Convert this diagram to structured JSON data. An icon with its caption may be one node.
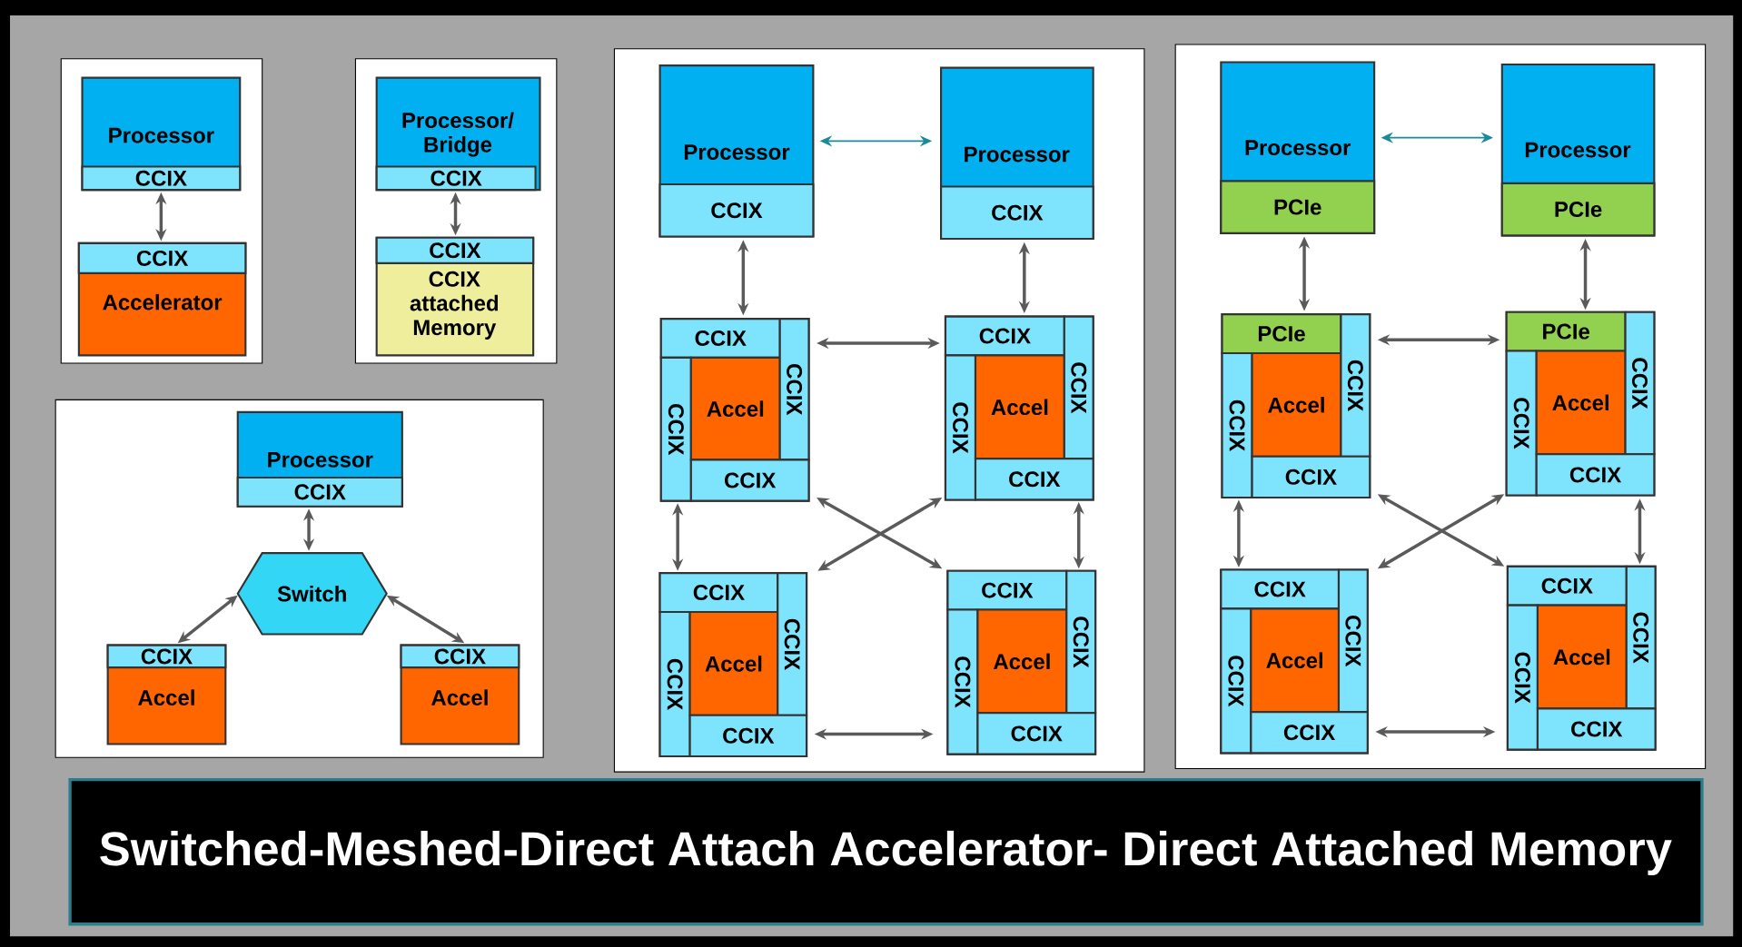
{
  "diagram": {
    "title": "Switched-Meshed-Direct Attach Accelerator- Direct Attached Memory",
    "nodes": [
      {
        "text": [
          "Processor"
        ]
      },
      {
        "text": [
          "CCIX"
        ],
        "in": 0
      },
      {
        "text": [
          "Accelerator"
        ]
      },
      {
        "text": [
          "CCIX"
        ],
        "in": 2
      },
      {
        "text": [
          "Processor/ Bridge"
        ]
      },
      {
        "text": [
          "CCIX"
        ],
        "in": 4
      },
      {
        "text": [
          "CCIX attached Memory"
        ]
      },
      {
        "text": [
          "CCIX"
        ],
        "in": 6
      },
      {
        "text": [
          "Processor"
        ]
      },
      {
        "text": [
          "CCIX"
        ],
        "in": 8
      },
      {
        "text": [
          "Switch"
        ]
      },
      {
        "text": [
          "Accel"
        ]
      },
      {
        "text": [
          "CCIX"
        ],
        "in": 11
      },
      {
        "text": [
          "Accel"
        ]
      },
      {
        "text": [
          "CCIX"
        ],
        "in": 13
      },
      {
        "text": [
          "Processor"
        ]
      },
      {
        "text": [
          "CCIX"
        ],
        "in": 15
      },
      {
        "text": [
          "Processor"
        ]
      },
      {
        "text": [
          "CCIX"
        ],
        "in": 17
      },
      {
        "text": [],
        "shape": "box"
      },
      {
        "text": [
          "CCIX"
        ],
        "in": 19
      },
      {
        "text": [
          "CCIX"
        ],
        "in": 19
      },
      {
        "text": [
          "Accel"
        ],
        "in": 19
      },
      {
        "text": [
          "CCIX"
        ],
        "in": 19
      },
      {
        "text": [
          "CCIX"
        ],
        "in": 19
      },
      {
        "text": [],
        "shape": "box"
      },
      {
        "text": [
          "CCIX"
        ],
        "in": 25
      },
      {
        "text": [
          "CCIX"
        ],
        "in": 25
      },
      {
        "text": [
          "Accel"
        ],
        "in": 25
      },
      {
        "text": [
          "CCIX"
        ],
        "in": 25
      },
      {
        "text": [
          "CCIX"
        ],
        "in": 25
      },
      {
        "text": [],
        "shape": "box"
      },
      {
        "text": [
          "CCIX"
        ],
        "in": 31
      },
      {
        "text": [
          "CCIX"
        ],
        "in": 31
      },
      {
        "text": [
          "Accel"
        ],
        "in": 31
      },
      {
        "text": [
          "CCIX"
        ],
        "in": 31
      },
      {
        "text": [
          "CCIX"
        ],
        "in": 31
      },
      {
        "text": [],
        "shape": "box"
      },
      {
        "text": [
          "CCIX"
        ],
        "in": 37
      },
      {
        "text": [
          "CCIX"
        ],
        "in": 37
      },
      {
        "text": [
          "Accel"
        ],
        "in": 37
      },
      {
        "text": [
          "CCIX"
        ],
        "in": 37
      },
      {
        "text": [
          "CCIX"
        ],
        "in": 37
      },
      {
        "text": [
          "Processor"
        ]
      },
      {
        "text": [
          "PCIe"
        ],
        "in": 43
      },
      {
        "text": [
          "Processor"
        ]
      },
      {
        "text": [
          "PCIe"
        ],
        "in": 45
      },
      {
        "text": [],
        "shape": "box"
      },
      {
        "text": [
          "PCIe"
        ],
        "in": 47
      },
      {
        "text": [
          "CCIX"
        ],
        "in": 47
      },
      {
        "text": [
          "Accel"
        ],
        "in": 47
      },
      {
        "text": [
          "CCIX"
        ],
        "in": 47
      },
      {
        "text": [
          "CCIX"
        ],
        "in": 47
      },
      {
        "text": [],
        "shape": "box"
      },
      {
        "text": [
          "PCIe"
        ],
        "in": 53
      },
      {
        "text": [
          "CCIX"
        ],
        "in": 53
      },
      {
        "text": [
          "Accel"
        ],
        "in": 53
      },
      {
        "text": [
          "CCIX"
        ],
        "in": 53
      },
      {
        "text": [
          "CCIX"
        ],
        "in": 53
      },
      {
        "text": [],
        "shape": "box"
      },
      {
        "text": [
          "CCIX"
        ],
        "in": 59
      },
      {
        "text": [
          "CCIX"
        ],
        "in": 59
      },
      {
        "text": [
          "Accel"
        ],
        "in": 59
      },
      {
        "text": [
          "CCIX"
        ],
        "in": 59
      },
      {
        "text": [
          "CCIX"
        ],
        "in": 59
      },
      {
        "text": [],
        "shape": "box"
      },
      {
        "text": [
          "CCIX"
        ],
        "in": 65
      },
      {
        "text": [
          "CCIX"
        ],
        "in": 65
      },
      {
        "text": [
          "Accel"
        ],
        "in": 65
      },
      {
        "text": [
          "CCIX"
        ],
        "in": 65
      },
      {
        "text": [
          "CCIX"
        ],
        "in": 65
      }
    ],
    "edges": [
      {
        "from": 1,
        "to": 3,
        "arrow": "both"
      },
      {
        "from": 5,
        "to": 7,
        "arrow": "both"
      },
      {
        "from": 9,
        "to": 10,
        "arrow": "both"
      },
      {
        "from": 10,
        "to": 12,
        "arrow": "both"
      },
      {
        "from": 10,
        "to": 14,
        "arrow": "both"
      },
      {
        "from": 15,
        "to": 17,
        "arrow": "both",
        "color": "#1b8a9a"
      },
      {
        "from": 16,
        "to": 19,
        "arrow": "both"
      },
      {
        "from": 18,
        "to": 25,
        "arrow": "both"
      },
      {
        "from": 19,
        "to": 25,
        "arrow": "both"
      },
      {
        "from": 19,
        "to": 31,
        "arrow": "both"
      },
      {
        "from": 19,
        "to": 37,
        "arrow": "both"
      },
      {
        "from": 25,
        "to": 31,
        "arrow": "both"
      },
      {
        "from": 25,
        "to": 37,
        "arrow": "both"
      },
      {
        "from": 31,
        "to": 37,
        "arrow": "both"
      },
      {
        "from": 43,
        "to": 45,
        "arrow": "both",
        "color": "#1b8a9a"
      },
      {
        "from": 44,
        "to": 47,
        "arrow": "both"
      },
      {
        "from": 46,
        "to": 53,
        "arrow": "both"
      },
      {
        "from": 47,
        "to": 53,
        "arrow": "both"
      },
      {
        "from": 47,
        "to": 59,
        "arrow": "both"
      },
      {
        "from": 47,
        "to": 65,
        "arrow": "both"
      },
      {
        "from": 53,
        "to": 59,
        "arrow": "both"
      },
      {
        "from": 53,
        "to": 65,
        "arrow": "both"
      },
      {
        "from": 59,
        "to": 65,
        "arrow": "both"
      }
    ]
  }
}
